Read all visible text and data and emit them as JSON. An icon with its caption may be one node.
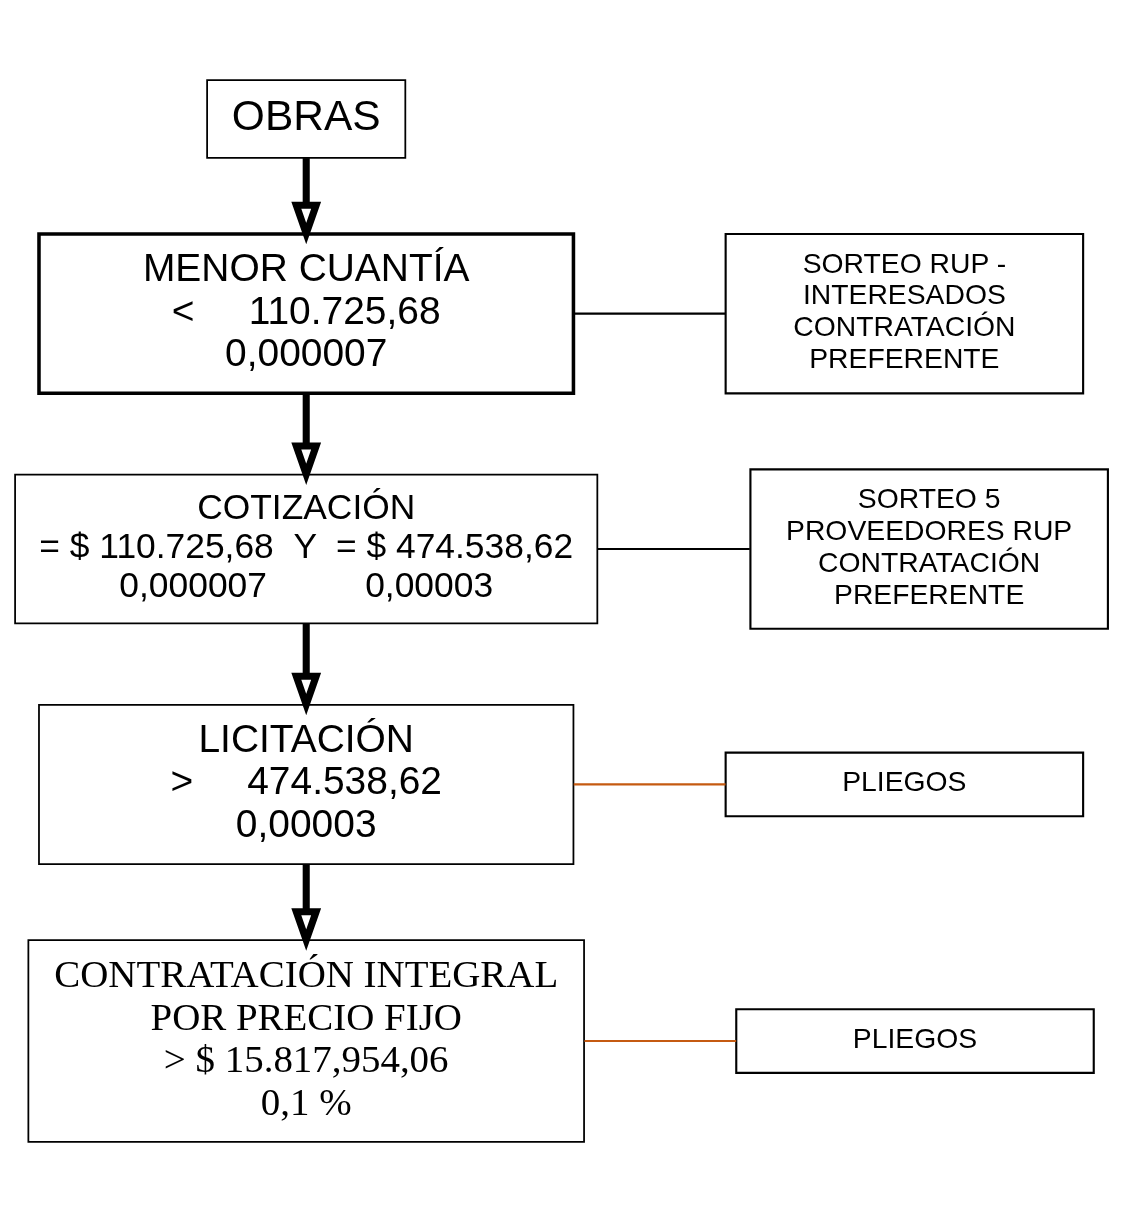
{
  "diagram": {
    "nodes": [
      {
        "text": [
          "OBRAS"
        ]
      },
      {
        "text": [
          "MENOR CUANTÍA",
          "<     110.725,68",
          "0,000007"
        ]
      },
      {
        "text": [
          "SORTEO RUP - INTERESADOS CONTRATACIÓN PREFERENTE"
        ]
      },
      {
        "text": [
          "COTIZACIÓN",
          "= $ 110.725,68  Y  = $ 474.538,62",
          "0,000007          0,00003"
        ]
      },
      {
        "text": [
          "SORTEO 5 PROVEEDORES RUP CONTRATACIÓN PREFERENTE"
        ]
      },
      {
        "text": [
          "LICITACIÓN",
          ">     474.538,62",
          "0,00003"
        ]
      },
      {
        "text": [
          "PLIEGOS"
        ]
      },
      {
        "text": [
          "CONTRATACIÓN INTEGRAL POR PRECIO FIJO",
          "> $ 15.817,954,06",
          "0,1 %"
        ]
      },
      {
        "text": [
          "PLIEGOS"
        ]
      }
    ],
    "edges": [
      {
        "from": 0,
        "to": 1,
        "arrow": "to",
        "style": "thick"
      },
      {
        "from": 1,
        "to": 2,
        "arrow": "none"
      },
      {
        "from": 1,
        "to": 3,
        "arrow": "to",
        "style": "thick"
      },
      {
        "from": 3,
        "to": 4,
        "arrow": "none"
      },
      {
        "from": 3,
        "to": 5,
        "arrow": "to",
        "style": "thick"
      },
      {
        "from": 5,
        "to": 6,
        "arrow": "none",
        "color": "#c55a11"
      },
      {
        "from": 5,
        "to": 7,
        "arrow": "to",
        "style": "thick"
      },
      {
        "from": 7,
        "to": 8,
        "arrow": "none",
        "color": "#c55a11"
      }
    ]
  }
}
